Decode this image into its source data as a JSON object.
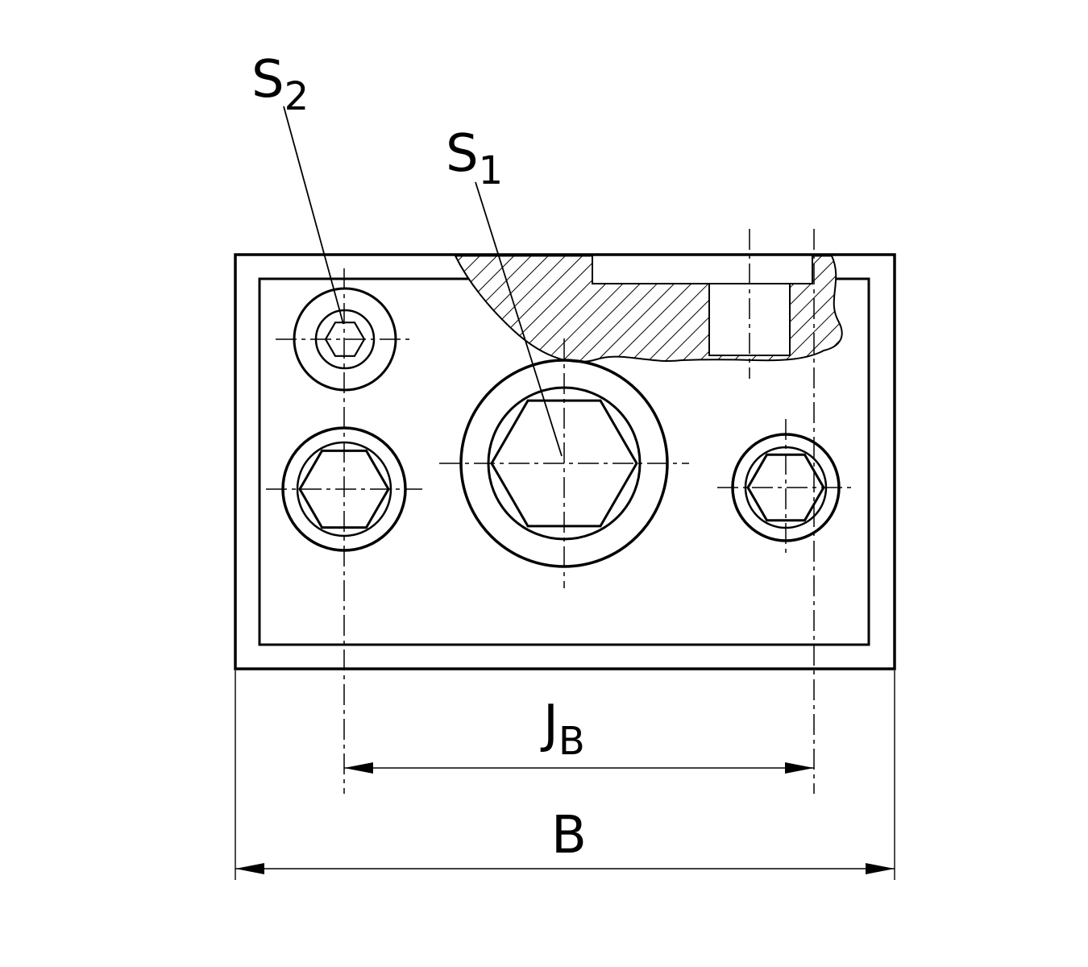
{
  "drawing": {
    "type": "technical-section-drawing",
    "background_color": "#ffffff",
    "line_color": "#000000"
  },
  "labels": {
    "s2": {
      "base": "S",
      "sub": "2"
    },
    "s1": {
      "base": "S",
      "sub": "1"
    },
    "jb": {
      "base": "J",
      "sub": "B"
    },
    "b": {
      "base": "B"
    }
  }
}
